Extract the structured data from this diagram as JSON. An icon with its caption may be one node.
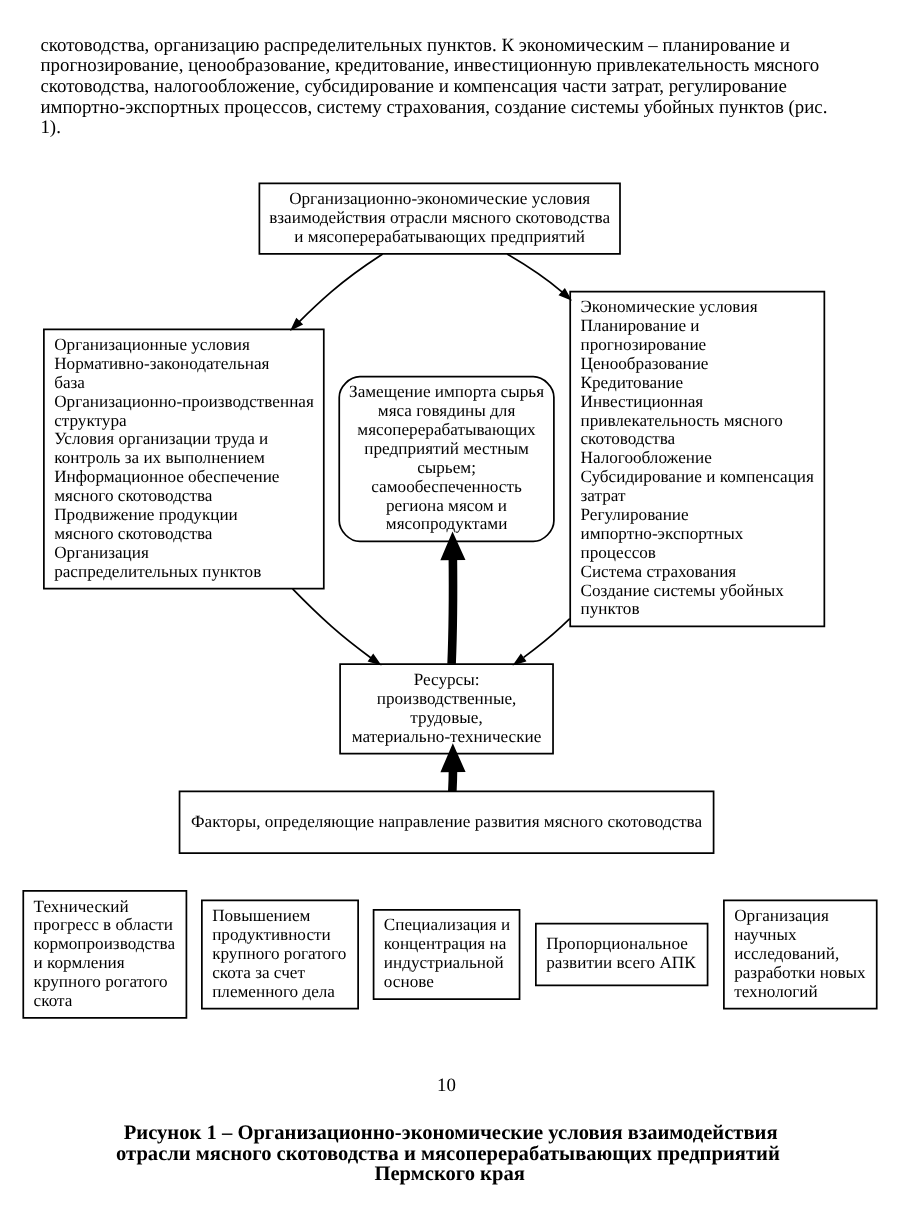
{
  "diagram": {
    "caption": "Рисунок 1 – Организационно-экономические условия взаимодействия отрасли мясного скотоводства и мясоперерабатывающих предприятий Пермского края",
    "nodes": [
      {
        "text": [
          "Организационно-экономические условия взаимодействия отрасли мясного скотоводства и мясоперерабатывающих предприятий"
        ]
      },
      {
        "text": [
          "Организационные условия",
          "Нормативно-законодательная база",
          "Организационно-производственная структура",
          "Условия организации труда и контроль за их выполнением",
          "Информационное обеспечение мясного скотоводства",
          "Продвижение продукции мясного скотоводства",
          "Организация распределительных пунктов"
        ]
      },
      {
        "text": [
          "Замещение импорта сырья мяса говядины для мясоперерабатывающих предприятий местным сырьем; самообеспеченность региона мясом и мясопродуктами"
        ]
      },
      {
        "text": [
          "Экономические условия",
          "Планирование и прогнозирование",
          "Ценообразование",
          "Кредитование",
          "Инвестиционная привлекательность мясного скотоводства",
          "Налогообложение",
          "Субсидирование и компенсация затрат",
          "Регулирование импортно-экспортных процессов",
          "Система страхования",
          "Создание системы убойных пунктов"
        ]
      },
      {
        "text": [
          "Ресурсы: производственные, трудовые, материально-технические"
        ]
      },
      {
        "text": [
          "Факторы, определяющие направление развития мясного скотоводства"
        ]
      },
      {
        "text": [
          "Технический прогресс в области кормопроизводства и кормления крупного рогатого скота"
        ]
      },
      {
        "text": [
          "Повышением продуктивности крупного рогатого скота за счет племенного дела"
        ]
      },
      {
        "text": [
          "Специализация и концентрация на индустриальной основе"
        ]
      },
      {
        "text": [
          "Пропорциональное развитии всего АПК"
        ]
      },
      {
        "text": [
          "Организация научных исследований, разработки новых технологий"
        ]
      }
    ],
    "edges": [
      {
        "from": 0,
        "to": 1,
        "arrow": "to"
      },
      {
        "from": 0,
        "to": 3,
        "arrow": "to"
      },
      {
        "from": 1,
        "to": 4,
        "arrow": "to"
      },
      {
        "from": 3,
        "to": 4,
        "arrow": "to"
      },
      {
        "from": 4,
        "to": 2,
        "arrow": "to",
        "style": "thick"
      },
      {
        "from": 5,
        "to": 4,
        "arrow": "to",
        "style": "thick"
      }
    ],
    "labels": [
      "скотоводства, организацию распределительных пунктов. К экономическим – планирование и прогнозирование, ценообразование, кредитование, инвестиционную привлекательность мясного скотоводства, налогообложение, субсидирование и компенсация части затрат, регулирование импортно-экспортных процессов, систему страхования, создание системы убойных пунктов (рис. 1).",
      "10"
    ]
  }
}
